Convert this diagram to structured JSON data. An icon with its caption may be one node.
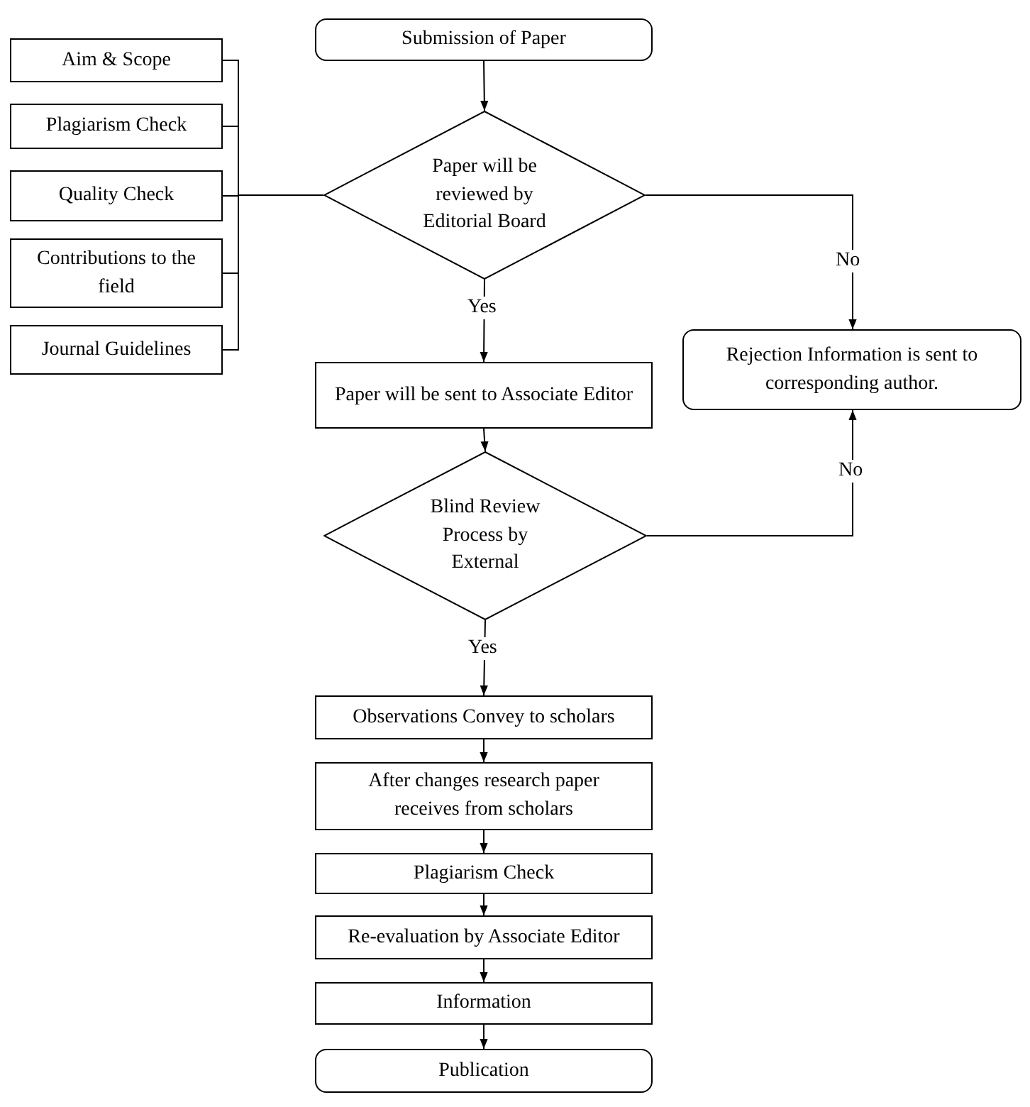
{
  "diagram": {
    "nodes": [
      {
        "text": [
          "Submission of Paper"
        ]
      },
      {
        "text": [
          "Aim & Scope"
        ]
      },
      {
        "text": [
          "Plagiarism Check"
        ]
      },
      {
        "text": [
          "Quality Check"
        ]
      },
      {
        "text": [
          "Contributions to the field"
        ]
      },
      {
        "text": [
          "Journal Guidelines"
        ]
      },
      {
        "text": [
          "Paper will be reviewed by Editorial Board"
        ]
      },
      {
        "text": [
          "Rejection Information is sent to corresponding author."
        ]
      },
      {
        "text": [
          "Paper will be sent to Associate Editor"
        ]
      },
      {
        "text": [
          "Blind Review Process by External"
        ]
      },
      {
        "text": [
          "Observations Convey to scholars"
        ]
      },
      {
        "text": [
          "After changes research paper receives from scholars"
        ]
      },
      {
        "text": [
          "Plagiarism Check"
        ]
      },
      {
        "text": [
          "Re-evaluation by Associate Editor"
        ]
      },
      {
        "text": [
          "Information"
        ]
      },
      {
        "text": [
          "Publication"
        ]
      }
    ],
    "edges": [
      {
        "from": 0,
        "to": 6,
        "arrow": "to"
      },
      {
        "from": 1,
        "to": 6,
        "arrow": "none"
      },
      {
        "from": 2,
        "to": 6,
        "arrow": "none"
      },
      {
        "from": 3,
        "to": 6,
        "arrow": "none"
      },
      {
        "from": 4,
        "to": 6,
        "arrow": "none"
      },
      {
        "from": 5,
        "to": 6,
        "arrow": "none"
      },
      {
        "from": 6,
        "to": 7,
        "arrow": "to",
        "label": "No"
      },
      {
        "from": 6,
        "to": 8,
        "arrow": "to",
        "label": "Yes"
      },
      {
        "from": 9,
        "to": 7,
        "arrow": "to",
        "label": "No"
      },
      {
        "from": 8,
        "to": 9,
        "arrow": "to"
      },
      {
        "from": 9,
        "to": 10,
        "arrow": "to",
        "label": "Yes"
      },
      {
        "from": 10,
        "to": 11,
        "arrow": "to"
      },
      {
        "from": 11,
        "to": 12,
        "arrow": "to"
      },
      {
        "from": 12,
        "to": 13,
        "arrow": "to"
      },
      {
        "from": 13,
        "to": 14,
        "arrow": "to"
      },
      {
        "from": 14,
        "to": 15,
        "arrow": "to"
      }
    ]
  }
}
